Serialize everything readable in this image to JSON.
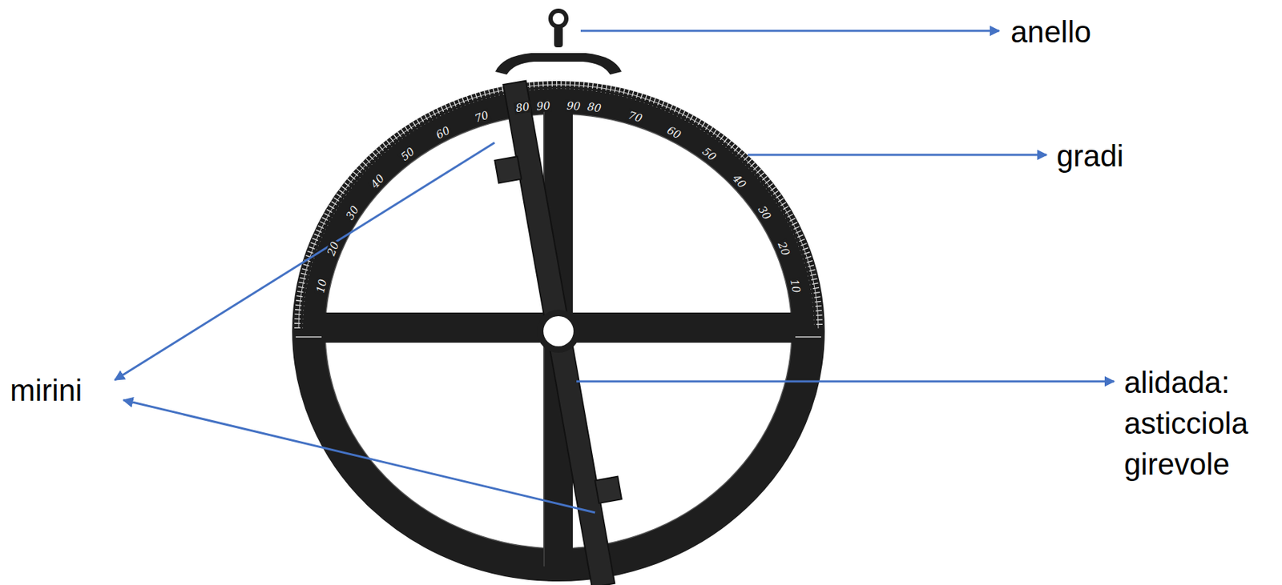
{
  "diagram": {
    "labels": [
      "anello",
      "gradi",
      "mirini",
      "alidada: asticciola girevole",
      "10",
      "20",
      "30",
      "40",
      "50",
      "60",
      "70",
      "80",
      "90",
      "90",
      "80",
      "70",
      "60",
      "50",
      "40",
      "30",
      "20",
      "10"
    ]
  }
}
